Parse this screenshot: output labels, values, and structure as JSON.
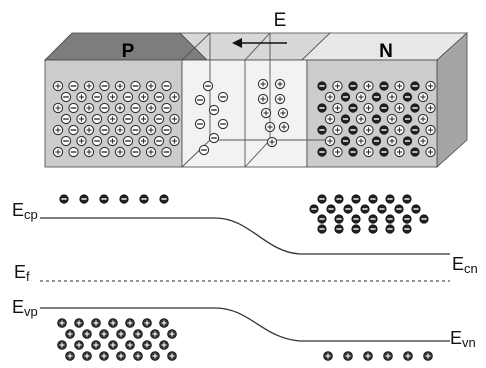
{
  "labels": {
    "p_region": "P",
    "n_region": "N",
    "field": "E",
    "ecp": "E",
    "ecp_sub": "cp",
    "ecn": "E",
    "ecn_sub": "cn",
    "ef": "E",
    "ef_sub": "f",
    "evp": "E",
    "evp_sub": "vp",
    "evn": "E",
    "evn_sub": "vn"
  },
  "colors": {
    "p_top": "#7a7a7a",
    "n_top": "#e6e6e6",
    "p_front": "#c9c9c9",
    "n_front": "#c9c9c9",
    "side": "#a8a8a8",
    "particle_edge": "#333333",
    "band_line": "#333333",
    "fermi_line": "#555555"
  },
  "icons": {
    "hole": "plus-circle-icon",
    "electron": "minus-circle-icon",
    "field_arrow": "arrow-left-icon"
  }
}
